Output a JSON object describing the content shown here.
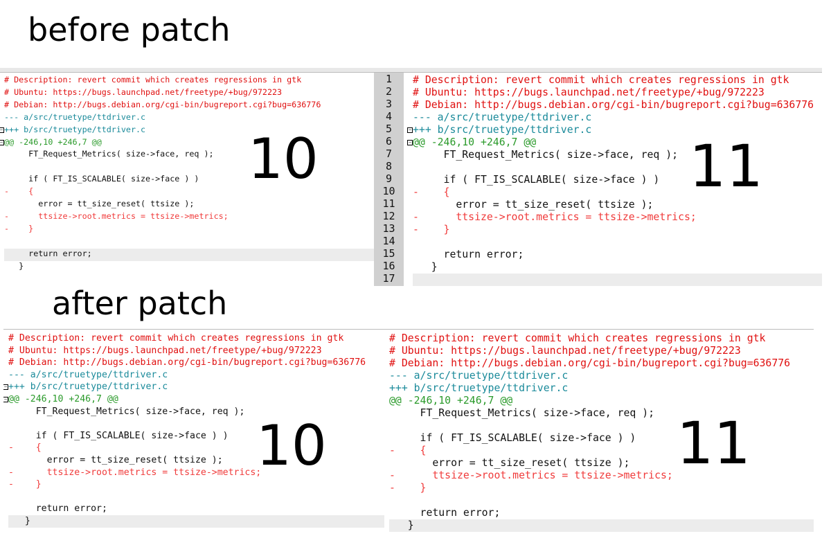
{
  "titles": {
    "before": "before patch",
    "after": "after patch"
  },
  "labels": {
    "v10": "10",
    "v11": "11"
  },
  "line_numbers": [
    "1",
    "2",
    "3",
    "4",
    "5",
    "6",
    "7",
    "8",
    "9",
    "10",
    "11",
    "12",
    "13",
    "14",
    "15",
    "16",
    "17"
  ],
  "lines": [
    {
      "t": "# Description: revert commit which creates regressions in gtk",
      "k": "comment"
    },
    {
      "t": "# Ubuntu: https://bugs.launchpad.net/freetype/+bug/972223",
      "k": "comment"
    },
    {
      "t": "# Debian: http://bugs.debian.org/cgi-bin/bugreport.cgi?bug=636776",
      "k": "comment"
    },
    {
      "t": "--- a/src/truetype/ttdriver.c",
      "k": "file"
    },
    {
      "t": "+++ b/src/truetype/ttdriver.c",
      "k": "file"
    },
    {
      "t": "@@ -246,10 +246,7 @@",
      "k": "hunk"
    },
    {
      "t": "     FT_Request_Metrics( size->face, req );",
      "k": "ctx"
    },
    {
      "t": "",
      "k": "ctx"
    },
    {
      "t": "     if ( FT_IS_SCALABLE( size->face ) )",
      "k": "ctx"
    },
    {
      "t": "-    {",
      "k": "del"
    },
    {
      "t": "       error = tt_size_reset( ttsize );",
      "k": "ctx"
    },
    {
      "t": "-      ttsize->root.metrics = ttsize->metrics;",
      "k": "del"
    },
    {
      "t": "-    }",
      "k": "del"
    },
    {
      "t": "",
      "k": "ctx"
    },
    {
      "t": "     return error;",
      "k": "ctx"
    },
    {
      "t": "   }",
      "k": "ctx"
    },
    {
      "t": "",
      "k": "ctx"
    }
  ]
}
